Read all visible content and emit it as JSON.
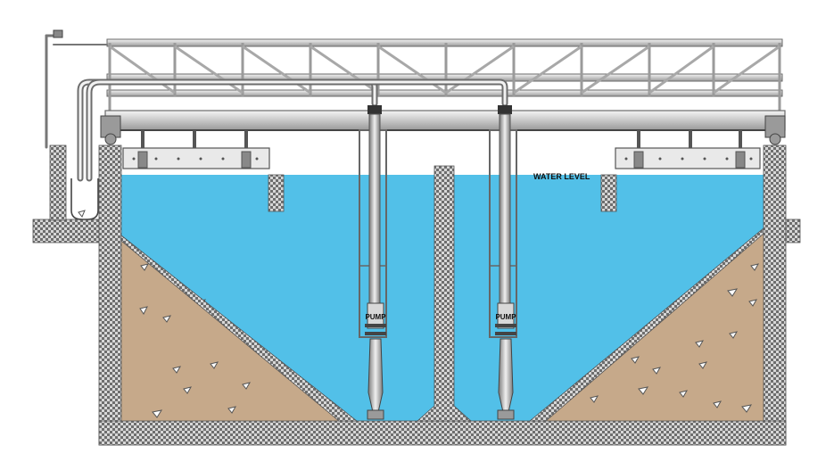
{
  "labels": {
    "water_level": "WATER LEVEL",
    "pump_left": "PUMP",
    "pump_right": "PUMP"
  },
  "colors": {
    "water": "#52c0e8",
    "sediment": "#c6a98a",
    "concrete_light": "#d7d7d7",
    "concrete_dark": "#6e6e6e",
    "steel": "#8a8a8a",
    "label": "#111111"
  }
}
